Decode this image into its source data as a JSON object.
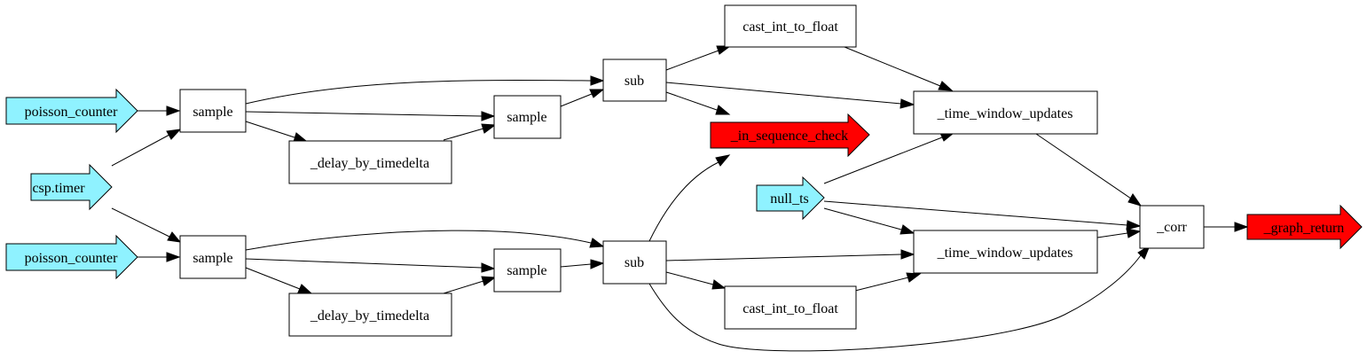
{
  "colors": {
    "input_fill": "#8ff2ff",
    "output_fill": "#ff0000",
    "node_fill": "#ffffff",
    "stroke": "#000000"
  },
  "nodes": {
    "poisson_counter_1": "poisson_counter",
    "poisson_counter_2": "poisson_counter",
    "csp_timer": "csp.timer",
    "sample_1": "sample",
    "sample_2": "sample",
    "sample_3": "sample",
    "sample_4": "sample",
    "delay_1": "_delay_by_timedelta",
    "delay_2": "_delay_by_timedelta",
    "sub_1": "sub",
    "sub_2": "sub",
    "cast_1": "cast_int_to_float",
    "cast_2": "cast_int_to_float",
    "in_sequence_check": "_in_sequence_check",
    "null_ts": "null_ts",
    "time_window_1": "_time_window_updates",
    "time_window_2": "_time_window_updates",
    "corr": "_corr",
    "graph_return": "_graph_return"
  }
}
